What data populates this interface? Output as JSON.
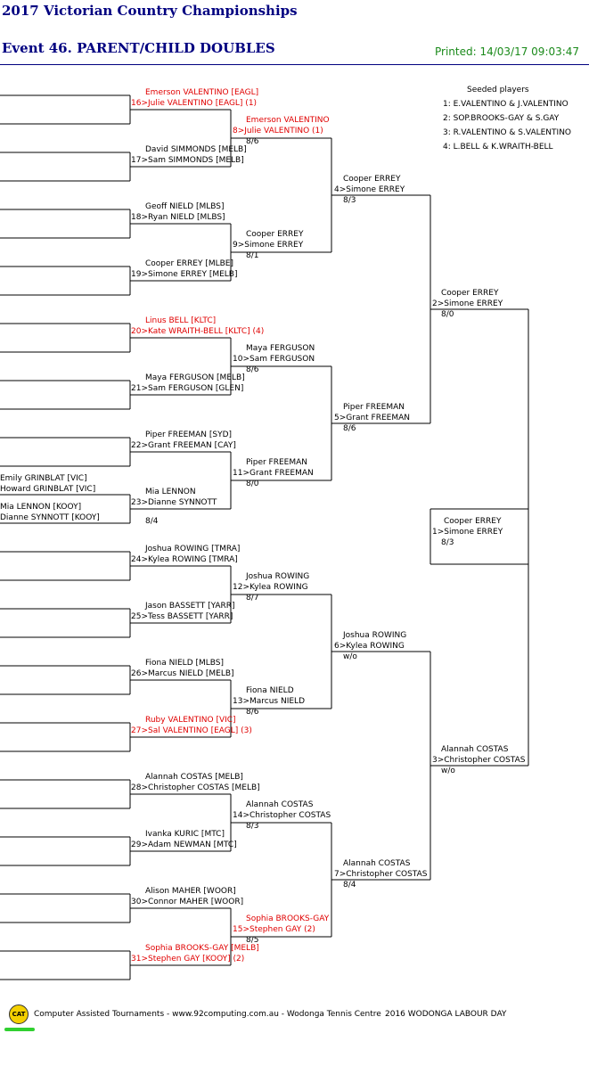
{
  "header": {
    "title": "2017 Victorian Country Championships",
    "event": "Event 46. PARENT/CHILD DOUBLES",
    "printed": "Printed: 14/03/17 09:03:47"
  },
  "seeds": {
    "title": "Seeded players",
    "items": [
      "1: E.VALENTINO & J.VALENTINO",
      "2: SOP.BROOKS-GAY & S.GAY",
      "3: R.VALENTINO & S.VALENTINO",
      "4: L.BELL & K.WRAITH-BELL"
    ]
  },
  "prelim": [
    "Emily GRINBLAT [VIC]",
    "Howard GRINBLAT [VIC]",
    "Mia LENNON [KOOY]",
    "Dianne SYNNOTT [KOOY]"
  ],
  "round1": [
    {
      "a": "Emerson VALENTINO [EAGL]",
      "b": "16>Julie VALENTINO [EAGL] (1)",
      "score": "",
      "red": true
    },
    {
      "a": "David SIMMONDS [MELB]",
      "b": "17>Sam SIMMONDS [MELB]",
      "score": "",
      "red": false
    },
    {
      "a": "Geoff NIELD [MLBS]",
      "b": "18>Ryan NIELD [MLBS]",
      "score": "",
      "red": false
    },
    {
      "a": "Cooper ERREY [MLBE]",
      "b": "19>Simone ERREY [MELB]",
      "score": "",
      "red": false
    },
    {
      "a": "Linus BELL [KLTC]",
      "b": "20>Kate WRAITH-BELL [KLTC] (4)",
      "score": "",
      "red": true
    },
    {
      "a": "Maya FERGUSON [MELB]",
      "b": "21>Sam FERGUSON [GLEN]",
      "score": "",
      "red": false
    },
    {
      "a": "Piper FREEMAN [SYD]",
      "b": "22>Grant FREEMAN [CAY]",
      "score": "",
      "red": false
    },
    {
      "a": "Mia LENNON",
      "b": "23>Dianne SYNNOTT",
      "score": "8/4",
      "red": false
    },
    {
      "a": "Joshua ROWING [TMRA]",
      "b": "24>Kylea ROWING [TMRA]",
      "score": "",
      "red": false
    },
    {
      "a": "Jason BASSETT [YARR]",
      "b": "25>Tess BASSETT [YARR]",
      "score": "",
      "red": false
    },
    {
      "a": "Fiona NIELD [MLBS]",
      "b": "26>Marcus NIELD [MELB]",
      "score": "",
      "red": false
    },
    {
      "a": "Ruby VALENTINO [VIC]",
      "b": "27>Sal VALENTINO [EAGL] (3)",
      "score": "",
      "red": true
    },
    {
      "a": "Alannah COSTAS [MELB]",
      "b": "28>Christopher COSTAS [MELB]",
      "score": "",
      "red": false
    },
    {
      "a": "Ivanka KURIC [MTC]",
      "b": "29>Adam NEWMAN [MTC]",
      "score": "",
      "red": false
    },
    {
      "a": "Alison MAHER [WOOR]",
      "b": "30>Connor MAHER [WOOR]",
      "score": "",
      "red": false
    },
    {
      "a": "Sophia BROOKS-GAY [MELB]",
      "b": "31>Stephen GAY [KOOY] (2)",
      "score": "",
      "red": true
    }
  ],
  "round2": [
    {
      "a": "Emerson VALENTINO",
      "b": "8>Julie VALENTINO (1)",
      "score": "8/6",
      "red": true
    },
    {
      "a": "Cooper ERREY",
      "b": "9>Simone ERREY",
      "score": "8/1",
      "red": false
    },
    {
      "a": "Maya FERGUSON",
      "b": "10>Sam FERGUSON",
      "score": "8/6",
      "red": false
    },
    {
      "a": "Piper FREEMAN",
      "b": "11>Grant FREEMAN",
      "score": "8/0",
      "red": false
    },
    {
      "a": "Joshua ROWING",
      "b": "12>Kylea ROWING",
      "score": "8/7",
      "red": false
    },
    {
      "a": "Fiona NIELD",
      "b": "13>Marcus NIELD",
      "score": "8/6",
      "red": false
    },
    {
      "a": "Alannah COSTAS",
      "b": "14>Christopher COSTAS",
      "score": "8/3",
      "red": false
    },
    {
      "a": "Sophia BROOKS-GAY",
      "b": "15>Stephen GAY (2)",
      "score": "8/5",
      "red": true
    }
  ],
  "round3": [
    {
      "a": "Cooper ERREY",
      "b": "4>Simone ERREY",
      "score": "8/3",
      "red": false
    },
    {
      "a": "Piper FREEMAN",
      "b": "5>Grant FREEMAN",
      "score": "8/6",
      "red": false
    },
    {
      "a": "Joshua ROWING",
      "b": "6>Kylea ROWING",
      "score": "w/o",
      "red": false
    },
    {
      "a": "Alannah COSTAS",
      "b": "7>Christopher COSTAS",
      "score": "8/4",
      "red": false
    }
  ],
  "round4": [
    {
      "a": "Cooper ERREY",
      "b": "2>Simone ERREY",
      "score": "8/0",
      "red": false
    },
    {
      "a": "Alannah COSTAS",
      "b": "3>Christopher COSTAS",
      "score": "w/o",
      "red": false
    }
  ],
  "final": {
    "a": "Cooper ERREY",
    "b": "1>Simone ERREY",
    "score": "8/3",
    "red": false
  },
  "footer": {
    "logo": "CAT",
    "text": "Computer Assisted Tournaments - www.92computing.com.au -  Wodonga Tennis Centre",
    "event": "2016 WODONGA LABOUR DAY"
  }
}
